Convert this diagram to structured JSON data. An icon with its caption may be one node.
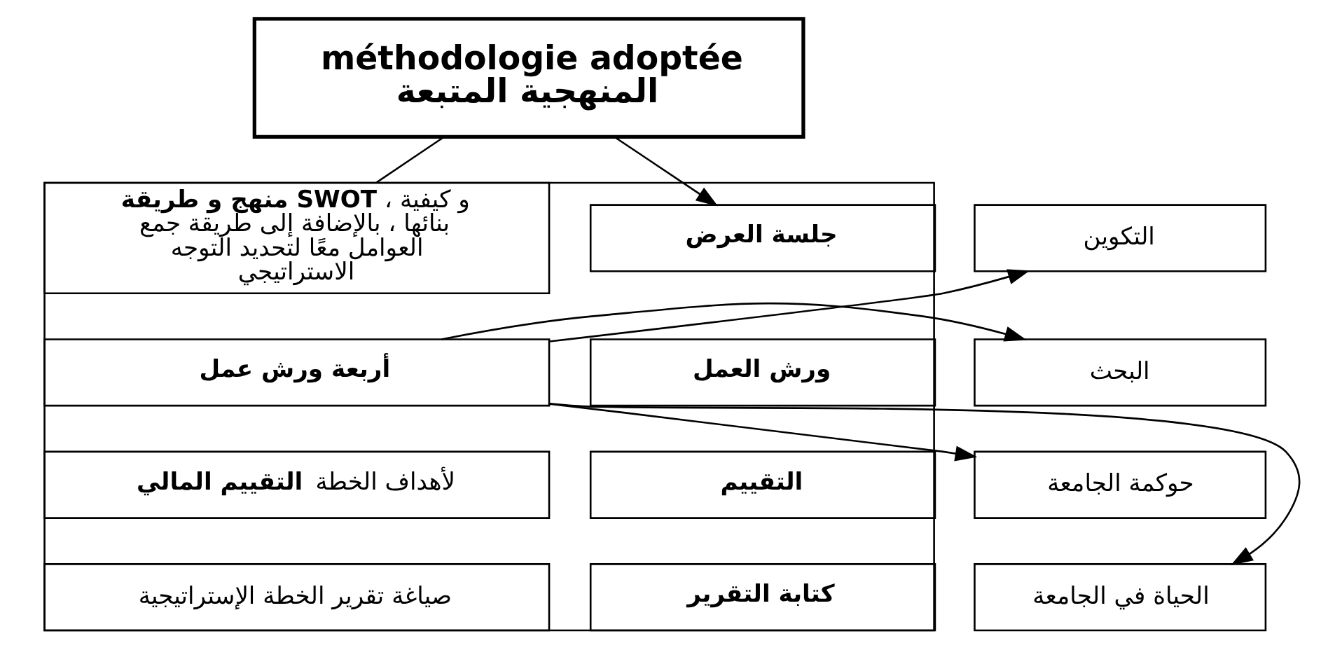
{
  "diagram": {
    "nodes": [
      {
        "text": [
          "méthodologie adoptée",
          "المنهجية المتبعة"
        ]
      },
      {
        "text": [],
        "shape": "box"
      },
      {
        "text": [
          "جلسة العرض"
        ],
        "in": 1
      },
      {
        "text": [
          "**منهج و طريقة SWOT** ، و كيفية بنائها ، بالإضافة إلى طريقة جمع العوامل معًا لتحديد التوجه الاستراتيجي"
        ],
        "in": 1
      },
      {
        "text": [
          "ورش العمل"
        ],
        "in": 1
      },
      {
        "text": [
          "أربعة ورش عمل"
        ],
        "in": 1
      },
      {
        "text": [
          "التقييم"
        ],
        "in": 1
      },
      {
        "text": [
          "**التقييم المالي** لأهداف الخطة"
        ],
        "in": 1
      },
      {
        "text": [
          "كتابة التقرير"
        ],
        "in": 1
      },
      {
        "text": [
          "صياغة تقرير الخطة الإستراتيجية"
        ],
        "in": 1
      },
      {
        "text": [
          "التكوين"
        ]
      },
      {
        "text": [
          "البحث"
        ]
      },
      {
        "text": [
          "حوكمة الجامعة"
        ]
      },
      {
        "text": [
          "الحياة في الجامعة"
        ]
      }
    ],
    "edges": [
      {
        "from": 0,
        "to": 3,
        "arrow": "none"
      },
      {
        "from": 0,
        "to": 2,
        "arrow": "to"
      },
      {
        "from": 5,
        "to": 10,
        "arrow": "to"
      },
      {
        "from": 5,
        "to": 11,
        "arrow": "to"
      },
      {
        "from": 5,
        "to": 12,
        "arrow": "to"
      },
      {
        "from": 5,
        "to": 13,
        "arrow": "to"
      }
    ]
  }
}
